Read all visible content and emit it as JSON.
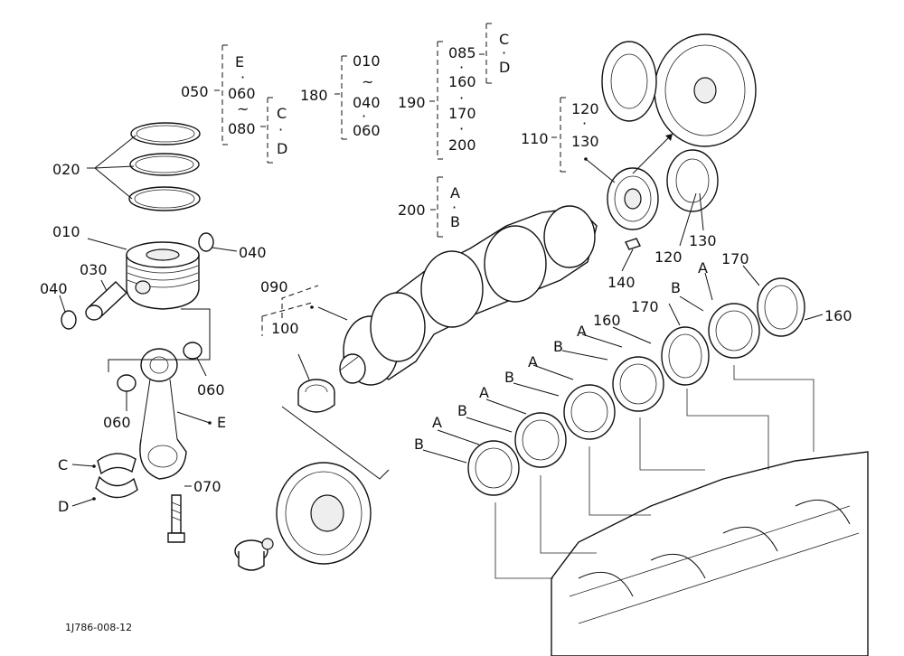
{
  "callouts": {
    "c020": "020",
    "c010": "010",
    "c040a": "040",
    "c040b": "040",
    "c030": "030",
    "c060a": "060",
    "c060b": "060",
    "cE": "E",
    "cC": "C",
    "cD": "D",
    "c070": "070",
    "c090": "090",
    "c100": "100",
    "c050": "050",
    "c180": "180",
    "c190": "190",
    "c110": "110",
    "c200": "200",
    "c120": "120",
    "c130": "130",
    "c140": "140",
    "c170a": "170",
    "c170b": "170",
    "c160a": "160",
    "c160b": "160",
    "cA1": "A",
    "cA2": "A",
    "cA3": "A",
    "cA4": "A",
    "cA5": "A",
    "cB1": "B",
    "cB2": "B",
    "cB3": "B",
    "cB4": "B",
    "cB5": "B"
  },
  "variants": {
    "g050": [
      "E",
      "·",
      "060",
      "~",
      "080"
    ],
    "g050_sub": [
      "C",
      "·",
      "D"
    ],
    "g180": [
      "010",
      "~",
      "040",
      "·",
      "060"
    ],
    "g190": [
      "085",
      "·",
      "160",
      "·",
      "170",
      "·",
      "200"
    ],
    "g190_sub": [
      "C",
      "·",
      "D"
    ],
    "g110": [
      "120",
      "·",
      "130"
    ],
    "g200": [
      "A",
      "·",
      "B"
    ]
  },
  "figure_code": "1J786-008-12"
}
